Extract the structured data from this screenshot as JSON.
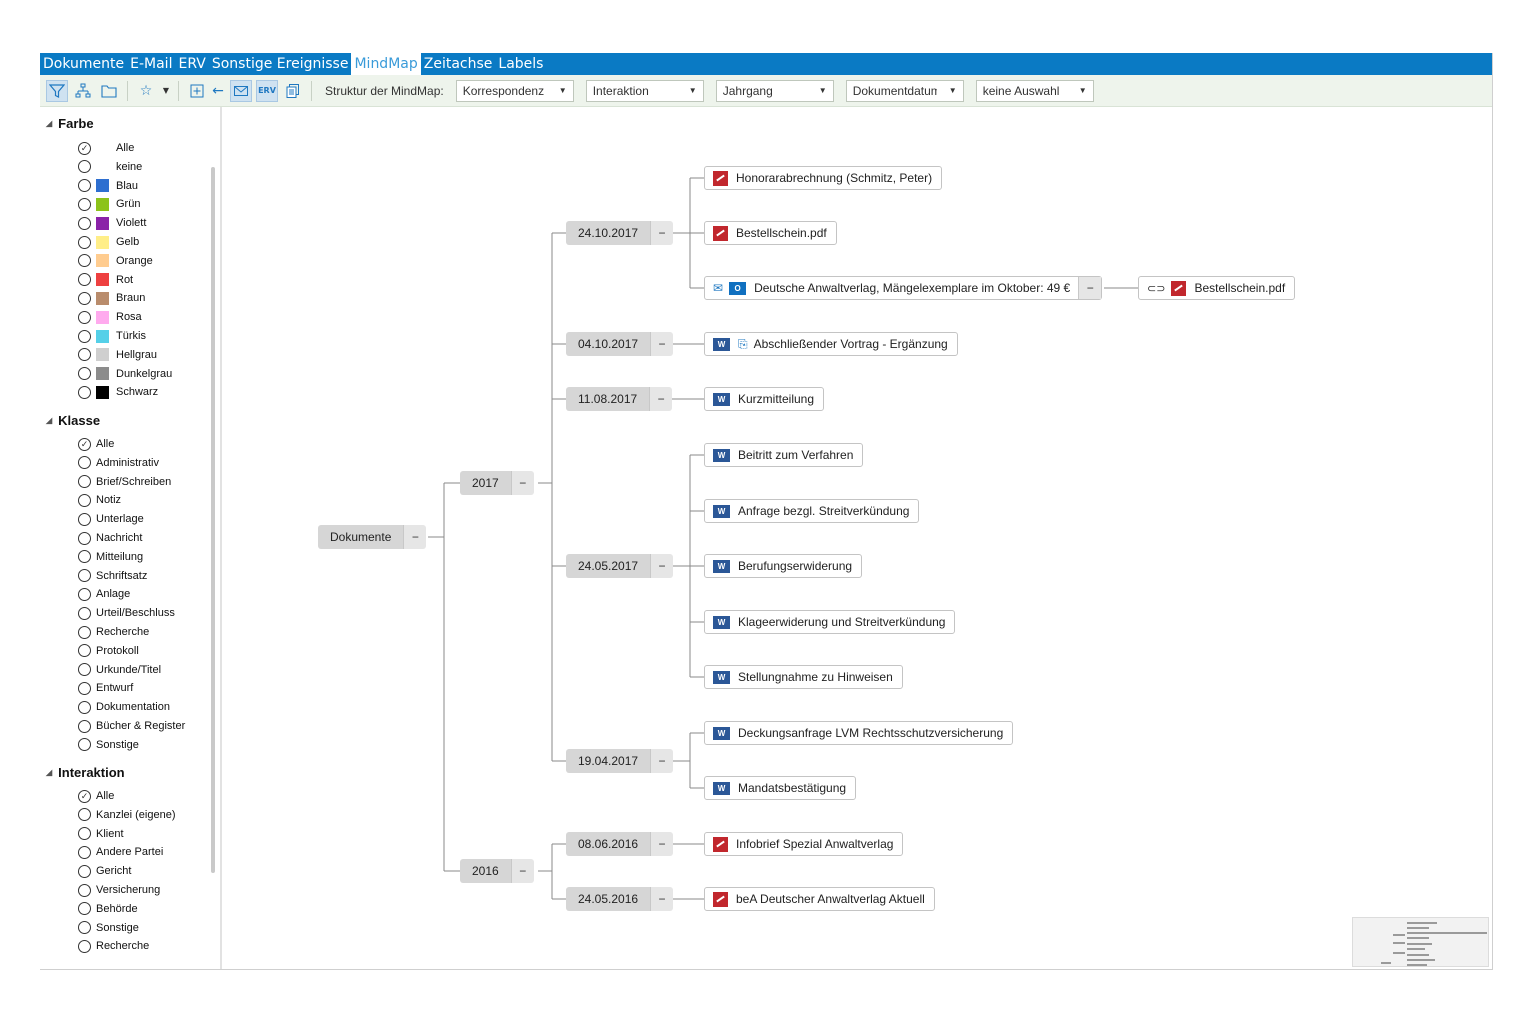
{
  "tabs": [
    {
      "label": "Dokumente",
      "active": false
    },
    {
      "label": "E-Mail",
      "active": false
    },
    {
      "label": "ERV",
      "active": false
    },
    {
      "label": "Sonstige Ereignisse",
      "active": false
    },
    {
      "label": "MindMap",
      "active": true
    },
    {
      "label": "Zeitachse",
      "active": false
    },
    {
      "label": "Labels",
      "active": false
    }
  ],
  "toolbar": {
    "erv_label": "ERV",
    "structure_label": "Struktur der MindMap:",
    "dropdowns": [
      "Korrespondenz",
      "Interaktion",
      "Jahrgang",
      "Dokumentdatum",
      "keine Auswahl"
    ]
  },
  "sidebar": {
    "farbe": {
      "title": "Farbe",
      "options": [
        {
          "label": "Alle",
          "checked": true,
          "color": null
        },
        {
          "label": "keine",
          "checked": false,
          "color": null
        },
        {
          "label": "Blau",
          "checked": false,
          "color": "#2e6fd0"
        },
        {
          "label": "Grün",
          "checked": false,
          "color": "#8cc31a"
        },
        {
          "label": "Violett",
          "checked": false,
          "color": "#8a22a8"
        },
        {
          "label": "Gelb",
          "checked": false,
          "color": "#ffee88"
        },
        {
          "label": "Orange",
          "checked": false,
          "color": "#ffcc8f"
        },
        {
          "label": "Rot",
          "checked": false,
          "color": "#ee4040"
        },
        {
          "label": "Braun",
          "checked": false,
          "color": "#b98c6c"
        },
        {
          "label": "Rosa",
          "checked": false,
          "color": "#ffaaee"
        },
        {
          "label": "Türkis",
          "checked": false,
          "color": "#55d0e8"
        },
        {
          "label": "Hellgrau",
          "checked": false,
          "color": "#cfcfcf"
        },
        {
          "label": "Dunkelgrau",
          "checked": false,
          "color": "#8c8c8c"
        },
        {
          "label": "Schwarz",
          "checked": false,
          "color": "#000000"
        }
      ]
    },
    "klasse": {
      "title": "Klasse",
      "options": [
        {
          "label": "Alle",
          "checked": true
        },
        {
          "label": "Administrativ",
          "checked": false
        },
        {
          "label": "Brief/Schreiben",
          "checked": false
        },
        {
          "label": "Notiz",
          "checked": false
        },
        {
          "label": "Unterlage",
          "checked": false
        },
        {
          "label": "Nachricht",
          "checked": false
        },
        {
          "label": "Mitteilung",
          "checked": false
        },
        {
          "label": "Schriftsatz",
          "checked": false
        },
        {
          "label": "Anlage",
          "checked": false
        },
        {
          "label": "Urteil/Beschluss",
          "checked": false
        },
        {
          "label": "Recherche",
          "checked": false
        },
        {
          "label": "Protokoll",
          "checked": false
        },
        {
          "label": "Urkunde/Titel",
          "checked": false
        },
        {
          "label": "Entwurf",
          "checked": false
        },
        {
          "label": "Dokumentation",
          "checked": false
        },
        {
          "label": "Bücher & Register",
          "checked": false
        },
        {
          "label": "Sonstige",
          "checked": false
        }
      ]
    },
    "interaktion": {
      "title": "Interaktion",
      "options": [
        {
          "label": "Alle",
          "checked": true
        },
        {
          "label": "Kanzlei (eigene)",
          "checked": false
        },
        {
          "label": "Klient",
          "checked": false
        },
        {
          "label": "Andere Partei",
          "checked": false
        },
        {
          "label": "Gericht",
          "checked": false
        },
        {
          "label": "Versicherung",
          "checked": false
        },
        {
          "label": "Behörde",
          "checked": false
        },
        {
          "label": "Sonstige",
          "checked": false
        },
        {
          "label": "Recherche",
          "checked": false
        }
      ]
    }
  },
  "mindmap": {
    "root": "Dokumente",
    "years": [
      "2017",
      "2016"
    ],
    "dates": [
      "24.10.2017",
      "04.10.2017",
      "11.08.2017",
      "24.05.2017",
      "19.04.2017",
      "08.06.2016",
      "24.05.2016"
    ],
    "docs": [
      {
        "label": "Honorarabrechnung (Schmitz, Peter)",
        "icon": "pdf"
      },
      {
        "label": "Bestellschein.pdf",
        "icon": "pdf"
      },
      {
        "label": "Deutsche Anwaltverlag, Mängelexemplare im Oktober: 49 €",
        "icon": "mail-outlook"
      },
      {
        "label": "Bestellschein.pdf",
        "icon": "link-pdf"
      },
      {
        "label": "Abschließender Vortrag - Ergänzung",
        "icon": "word-copy"
      },
      {
        "label": "Kurzmitteilung",
        "icon": "word"
      },
      {
        "label": "Beitritt zum Verfahren",
        "icon": "word"
      },
      {
        "label": "Anfrage bezgl. Streitverkündung",
        "icon": "word"
      },
      {
        "label": "Berufungserwiderung",
        "icon": "word"
      },
      {
        "label": "Klageerwiderung und Streitverkündung",
        "icon": "word"
      },
      {
        "label": "Stellungnahme zu Hinweisen",
        "icon": "word"
      },
      {
        "label": "Deckungsanfrage LVM Rechtsschutzversicherung",
        "icon": "word"
      },
      {
        "label": "Mandatsbestätigung",
        "icon": "word"
      },
      {
        "label": "Infobrief Spezial Anwaltverlag",
        "icon": "pdf"
      },
      {
        "label": "beA Deutscher Anwaltverlag Aktuell",
        "icon": "pdf"
      }
    ]
  }
}
